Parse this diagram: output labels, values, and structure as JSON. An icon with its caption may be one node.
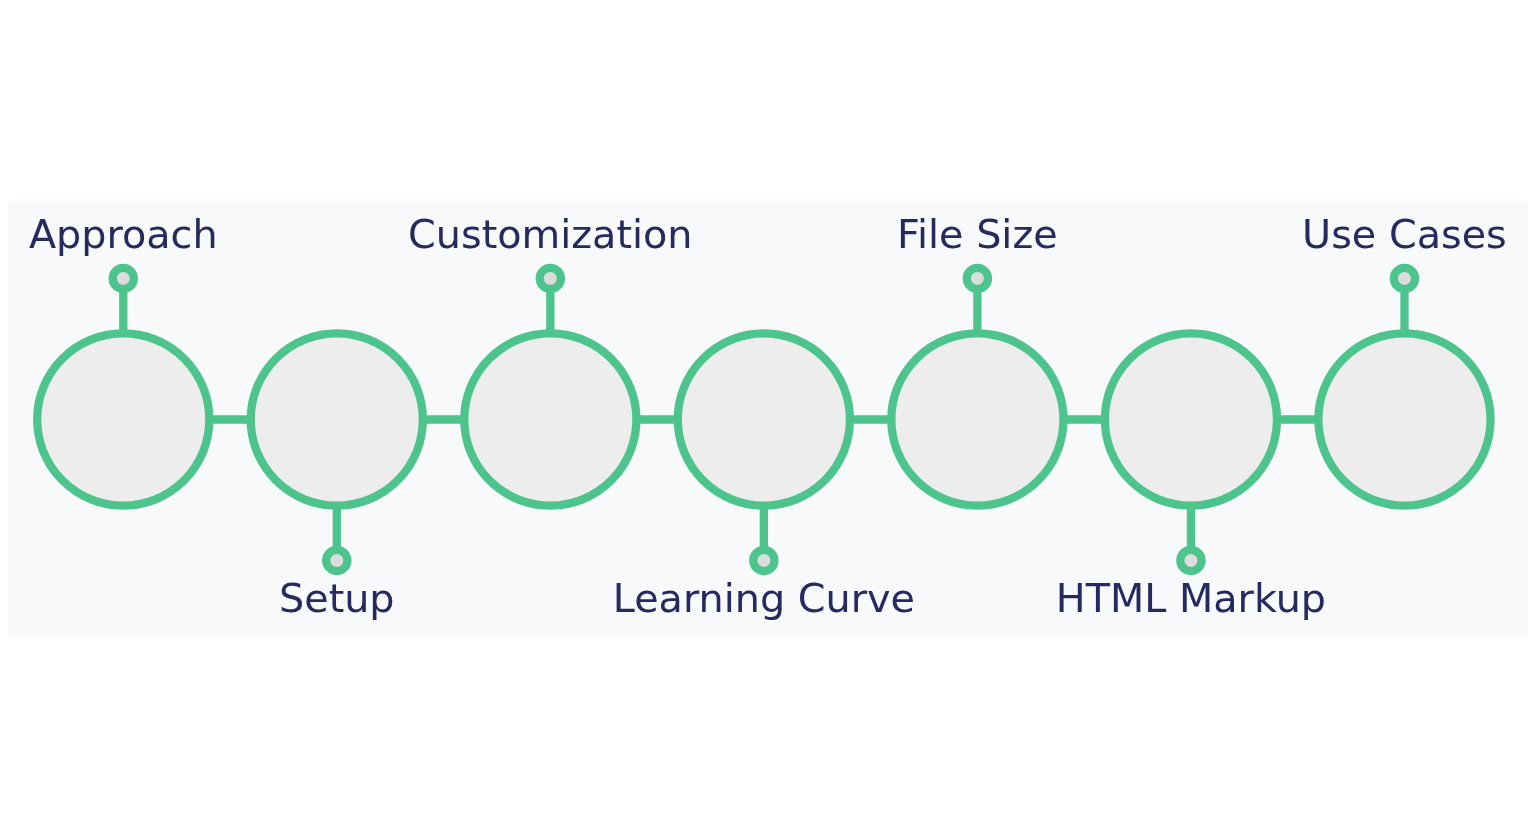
{
  "diagram": {
    "nodes": [
      {
        "text": [
          "Approach"
        ]
      },
      {
        "text": [
          "Customization"
        ]
      },
      {
        "text": [
          "File Size"
        ]
      },
      {
        "text": [
          "Use Cases"
        ]
      },
      {
        "text": [],
        "shape": "circle"
      },
      {
        "text": [],
        "shape": "circle"
      },
      {
        "text": [],
        "shape": "circle"
      },
      {
        "text": [],
        "shape": "circle"
      },
      {
        "text": [],
        "shape": "circle"
      },
      {
        "text": [],
        "shape": "circle"
      },
      {
        "text": [],
        "shape": "circle"
      },
      {
        "text": [
          "Setup"
        ]
      },
      {
        "text": [
          "Learning Curve"
        ]
      },
      {
        "text": [
          "HTML Markup"
        ]
      }
    ],
    "edges": [
      {
        "from": 4,
        "to": 5,
        "arrow": "none"
      },
      {
        "from": 5,
        "to": 6,
        "arrow": "none"
      },
      {
        "from": 6,
        "to": 7,
        "arrow": "none"
      },
      {
        "from": 7,
        "to": 8,
        "arrow": "none"
      },
      {
        "from": 8,
        "to": 9,
        "arrow": "none"
      },
      {
        "from": 9,
        "to": 10,
        "arrow": "none"
      },
      {
        "from": 4,
        "to": 0,
        "arrow": "other"
      },
      {
        "from": 5,
        "to": 11,
        "arrow": "other"
      },
      {
        "from": 6,
        "to": 1,
        "arrow": "other"
      },
      {
        "from": 7,
        "to": 12,
        "arrow": "other"
      },
      {
        "from": 8,
        "to": 2,
        "arrow": "other"
      },
      {
        "from": 9,
        "to": 13,
        "arrow": "other"
      },
      {
        "from": 10,
        "to": 3,
        "arrow": "other"
      }
    ]
  }
}
